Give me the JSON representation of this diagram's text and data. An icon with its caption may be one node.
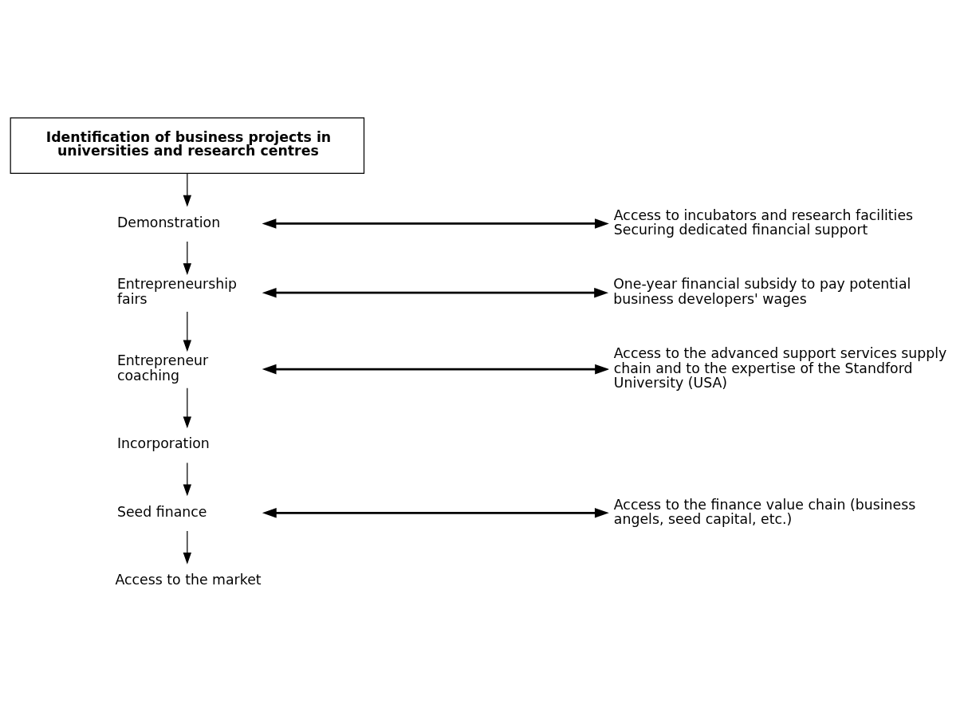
{
  "diagram": {
    "nodes": [
      {
        "text": [
          "Identification of business projects in universities and research centres"
        ]
      },
      {
        "text": [
          "Demonstration"
        ]
      },
      {
        "text": [
          "Entrepreneurship fairs"
        ]
      },
      {
        "text": [
          "Entrepreneur coaching"
        ]
      },
      {
        "text": [
          "Incorporation"
        ]
      },
      {
        "text": [
          "Seed finance"
        ]
      },
      {
        "text": [
          "Access to the market"
        ]
      },
      {
        "text": [
          "Access to incubators and research facilities",
          "Securing dedicated financial support"
        ]
      },
      {
        "text": [
          "One-year financial subsidy to pay potential business developers' wages"
        ]
      },
      {
        "text": [
          "Access to the advanced support services supply chain and to the expertise of the Standford University (USA)"
        ]
      },
      {
        "text": [
          "Access to the finance value chain (business angels, seed capital, etc.)"
        ]
      }
    ],
    "edges": [
      {
        "from": 0,
        "to": 1,
        "arrow": "to"
      },
      {
        "from": 1,
        "to": 7,
        "arrow": "both"
      },
      {
        "from": 1,
        "to": 2,
        "arrow": "to"
      },
      {
        "from": 2,
        "to": 8,
        "arrow": "both"
      },
      {
        "from": 2,
        "to": 3,
        "arrow": "to"
      },
      {
        "from": 3,
        "to": 9,
        "arrow": "both"
      },
      {
        "from": 3,
        "to": 4,
        "arrow": "to"
      },
      {
        "from": 4,
        "to": 5,
        "arrow": "to"
      },
      {
        "from": 5,
        "to": 10,
        "arrow": "both"
      },
      {
        "from": 5,
        "to": 6,
        "arrow": "to"
      }
    ]
  }
}
